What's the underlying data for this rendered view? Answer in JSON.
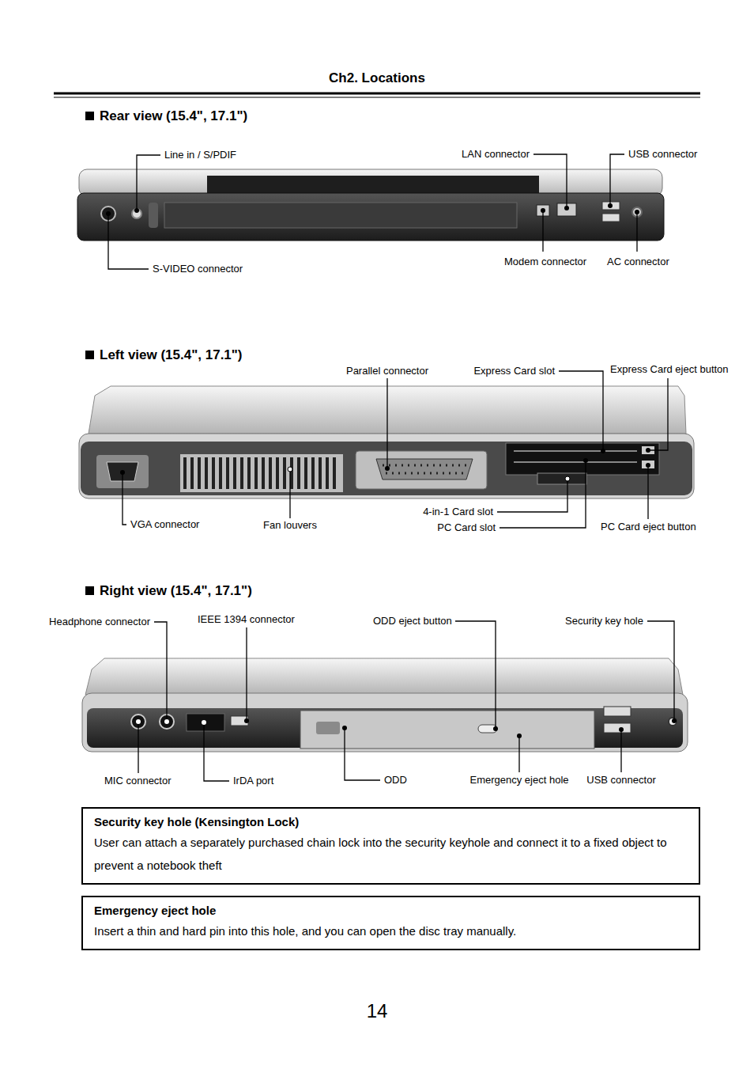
{
  "diagram": {
    "title": "Ch2. Locations",
    "nodes": [
      {
        "text": [
          "Security key hole (Kensington Lock)",
          "User can attach a separately purchased chain lock into the security keyhole and connect it to a fixed object to prevent a notebook theft"
        ]
      },
      {
        "text": [
          "Emergency eject hole",
          "Insert a thin and hard pin into this hole, and you can open the disc tray manually."
        ]
      }
    ],
    "edges": [],
    "labels": [
      "Rear view (15.4\", 17.1\")",
      "Line in / S/PDIF",
      "LAN connector",
      "USB connector",
      "S-VIDEO connector",
      "Modem connector",
      "AC connector",
      "Left view (15.4\", 17.1\")",
      "Parallel connector",
      "Express Card slot",
      "Express Card eject button",
      "VGA connector",
      "Fan louvers",
      "4-in-1 Card slot",
      "PC Card slot",
      "PC Card eject button",
      "Right view (15.4\", 17.1\")",
      "Headphone connector",
      "IEEE 1394 connector",
      "ODD eject button",
      "Security key hole",
      "MIC connector",
      "IrDA port",
      "ODD",
      "Emergency eject hole",
      "USB connector",
      "14"
    ]
  }
}
